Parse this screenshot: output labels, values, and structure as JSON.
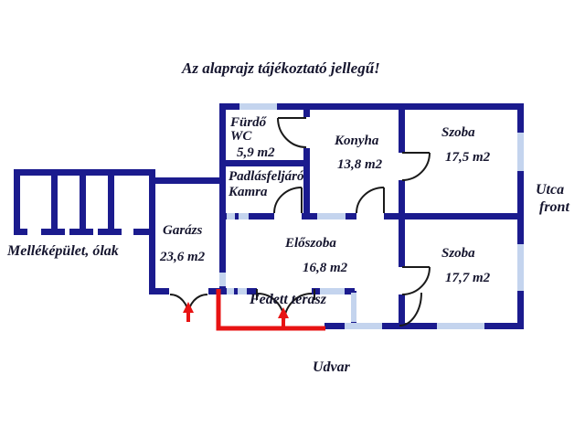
{
  "title": "Az alaprajz tájékoztató jellegű!",
  "rooms": {
    "furdo": {
      "name": "Fürdő",
      "name2": "WC",
      "area": "5,9 m2"
    },
    "kamra": {
      "name": "Padlásfeljáró",
      "name2": "Kamra"
    },
    "konyha": {
      "name": "Konyha",
      "area": "13,8 m2"
    },
    "szoba_felso": {
      "name": "Szoba",
      "area": "17,5 m2"
    },
    "szoba_also": {
      "name": "Szoba",
      "area": "17,7 m2"
    },
    "eloszoba": {
      "name": "Előszoba",
      "area": "16,8 m2"
    },
    "garazs": {
      "name": "Garázs",
      "area": "23,6 m2"
    },
    "terasz": {
      "name": "Fedett terasz"
    },
    "mellekepulet": {
      "name": "Melléképület, ólak"
    }
  },
  "outdoor": {
    "utca_line1": "Utca",
    "utca_line2": "front",
    "udvar": "Udvar"
  },
  "colors": {
    "wall": "#1b1b8e",
    "window": "#c4d4ee",
    "door": "#1a1a1a",
    "accent_red": "#e81313",
    "text": "#15152e"
  }
}
